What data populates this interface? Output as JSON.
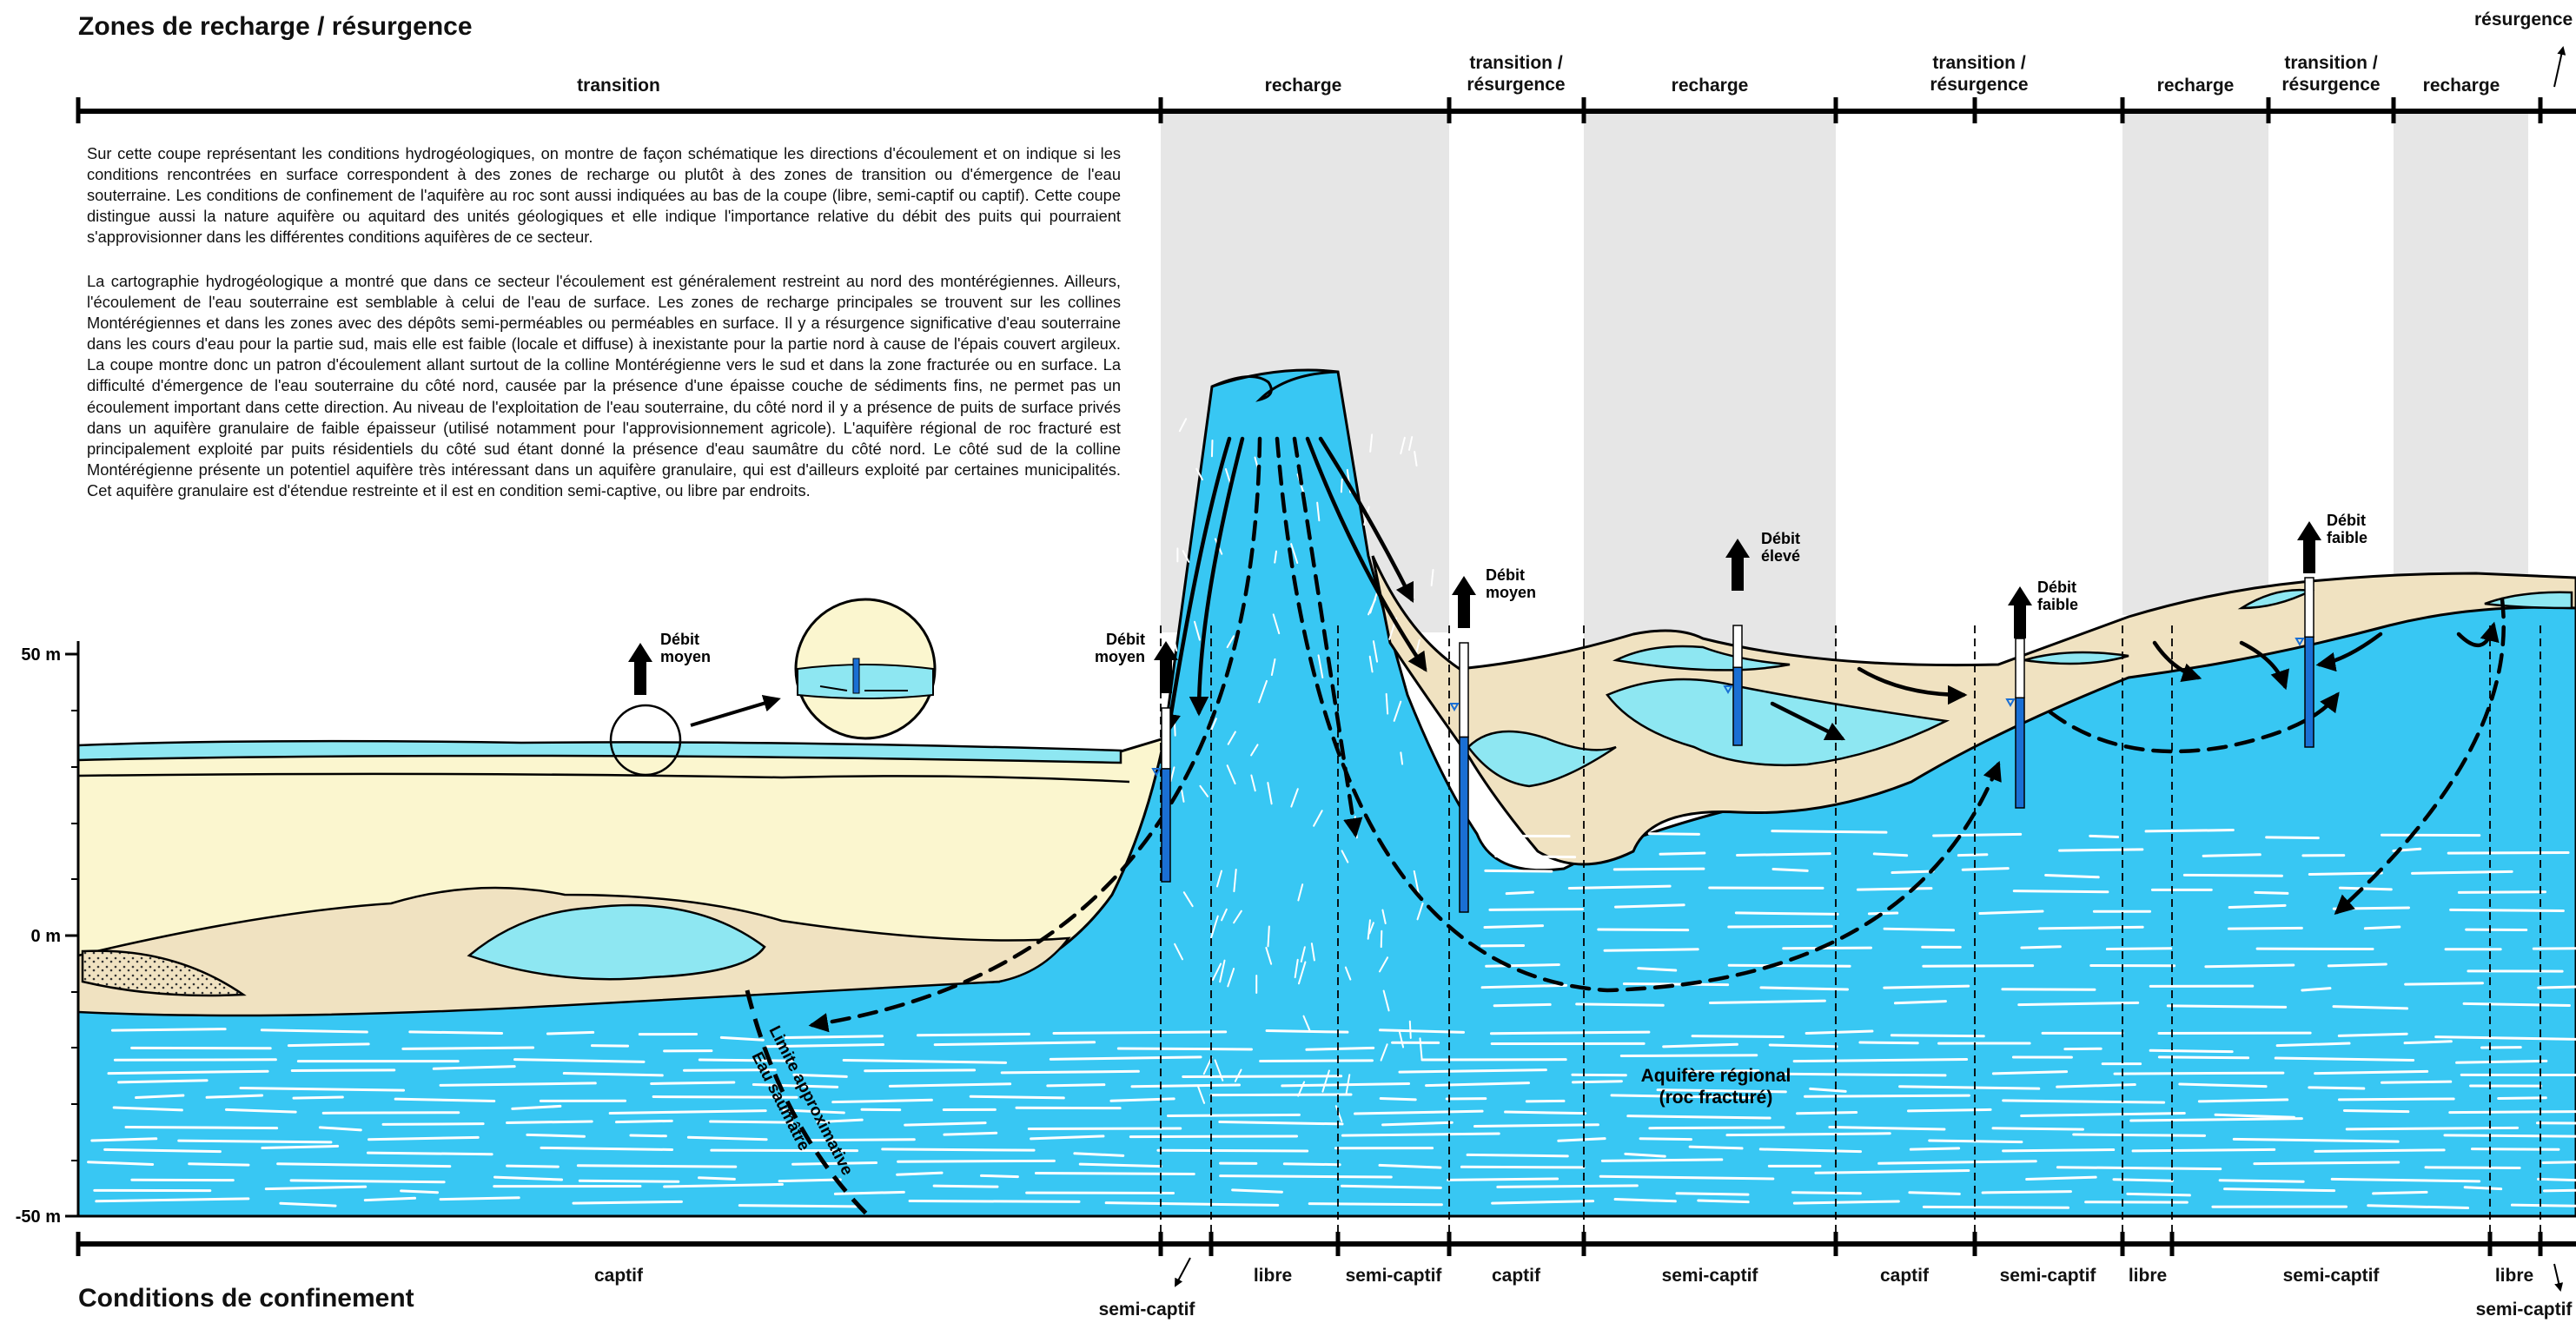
{
  "top_title": "Zones de recharge / résurgence",
  "bottom_title": "Conditions de confinement",
  "zones": [
    {
      "label": "transition"
    },
    {
      "label": "recharge"
    },
    {
      "label": "transition /\nrésurgence"
    },
    {
      "label": "recharge"
    },
    {
      "label": "transition /\nrésurgence"
    },
    {
      "label": "recharge"
    },
    {
      "label": "transition /\nrésurgence"
    },
    {
      "label": "recharge"
    },
    {
      "label": "résurgence"
    }
  ],
  "confinement": [
    {
      "label": "captif"
    },
    {
      "label": "semi-captif"
    },
    {
      "label": "libre"
    },
    {
      "label": "semi-captif"
    },
    {
      "label": "captif"
    },
    {
      "label": "semi-captif"
    },
    {
      "label": "captif"
    },
    {
      "label": "semi-captif"
    },
    {
      "label": "libre"
    },
    {
      "label": "semi-captif"
    },
    {
      "label": "libre"
    },
    {
      "label": "semi-captif"
    }
  ],
  "description": {
    "p1": "Sur cette coupe représentant les conditions hydrogéologiques, on montre de façon schématique les directions d'écoulement et on indique si les conditions rencontrées en surface correspondent à des zones de recharge ou plutôt à des zones de transition ou d'émergence de l'eau souterraine. Les conditions de confinement de l'aquifère au roc sont aussi indiquées au bas de la coupe (libre, semi-captif ou captif). Cette coupe distingue aussi la nature aquifère ou aquitard des unités géologiques et elle indique l'importance relative du débit des puits qui pourraient s'approvisionner dans les différentes conditions aquifères de ce secteur.",
    "p2": "La cartographie hydrogéologique a montré que dans ce secteur l'écoulement est généralement restreint au nord des montérégiennes. Ailleurs, l'écoulement de l'eau souterraine est semblable à celui de l'eau de surface. Les zones de recharge principales se trouvent sur les collines Montérégiennes et dans les zones avec des dépôts semi-perméables ou perméables en surface. Il y a résurgence significative d'eau souterraine dans les cours d'eau pour la partie sud, mais elle est faible (locale et diffuse) à inexistante pour la partie nord à cause de l'épais couvert argileux. La coupe montre donc un patron d'écoulement allant surtout de la colline Montérégienne vers le sud et dans la zone fracturée ou en surface. La difficulté d'émergence de l'eau souterraine du côté nord, causée par la présence d'une épaisse couche de sédiments fins, ne permet pas un écoulement important dans cette direction. Au niveau de l'exploitation de l'eau souterraine, du côté nord il y a présence de puits de surface privés dans un aquifère granulaire de faible épaisseur (utilisé notamment pour l'approvisionnement agricole). L'aquifère régional de roc fracturé est principalement exploité par puits résidentiels du côté sud étant donné la présence d'eau saumâtre du côté nord. Le côté sud de la colline Montérégienne présente un potentiel aquifère très intéressant dans un aquifère granulaire, qui est d'ailleurs exploité par certaines municipalités. Cet aquifère granulaire est d'étendue restreinte et il est en condition semi-captive, ou libre par endroits."
  },
  "elevation_axis": [
    "50 m",
    "0 m",
    "-50 m"
  ],
  "wells": [
    {
      "line1": "Débit",
      "line2": "moyen"
    },
    {
      "line1": "Débit",
      "line2": "moyen"
    },
    {
      "line1": "Débit",
      "line2": "moyen"
    },
    {
      "line1": "Débit",
      "line2": "élevé"
    },
    {
      "line1": "Débit",
      "line2": "faible"
    },
    {
      "line1": "Débit",
      "line2": "faible"
    }
  ],
  "aquifer_label": {
    "line1": "Aquifère régional",
    "line2": "(roc fracturé)"
  },
  "brackish_label": {
    "line1": "Limite approximative",
    "line2": "Eau saumâtre"
  },
  "colors": {
    "rock": "#38c7f3",
    "clay": "#fbf6cf",
    "sand": "#f0e2c1",
    "granular": "#8ee7f2",
    "recharge_band": "#e6e6e6",
    "well_blue": "#1a6fd4"
  }
}
